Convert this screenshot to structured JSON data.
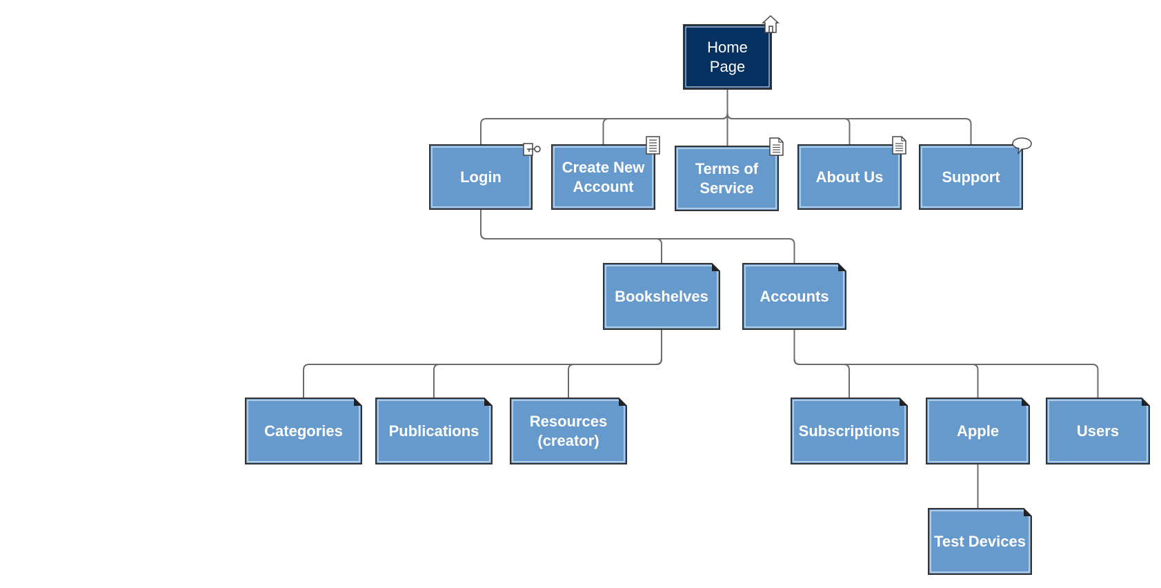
{
  "diagram": {
    "colors": {
      "root_fill": "#06305F",
      "node_fill": "#6699CC",
      "border": "#333333",
      "connector": "#6B6B6B",
      "text": "#FFFFFF"
    },
    "nodes": [
      {
        "id": "home",
        "lines": [
          "Home",
          "Page"
        ],
        "style": "root",
        "icon": "house-icon"
      },
      {
        "id": "login",
        "lines": [
          "Login"
        ],
        "style": "page",
        "icon": "key-icon"
      },
      {
        "id": "create",
        "lines": [
          "Create New",
          "Account"
        ],
        "style": "page",
        "icon": "form-icon"
      },
      {
        "id": "terms",
        "lines": [
          "Terms of",
          "Service"
        ],
        "style": "page",
        "icon": "document-icon"
      },
      {
        "id": "about",
        "lines": [
          "About Us"
        ],
        "style": "page",
        "icon": "document-icon"
      },
      {
        "id": "support",
        "lines": [
          "Support"
        ],
        "style": "page",
        "icon": "speech-bubble-icon"
      },
      {
        "id": "bookshelves",
        "lines": [
          "Bookshelves"
        ],
        "style": "folded"
      },
      {
        "id": "accounts",
        "lines": [
          "Accounts"
        ],
        "style": "folded"
      },
      {
        "id": "categories",
        "lines": [
          "Categories"
        ],
        "style": "folded"
      },
      {
        "id": "publications",
        "lines": [
          "Publications"
        ],
        "style": "folded"
      },
      {
        "id": "resources",
        "lines": [
          "Resources",
          "(creator)"
        ],
        "style": "folded"
      },
      {
        "id": "subscriptions",
        "lines": [
          "Subscriptions"
        ],
        "style": "folded"
      },
      {
        "id": "apple",
        "lines": [
          "Apple"
        ],
        "style": "folded"
      },
      {
        "id": "users",
        "lines": [
          "Users"
        ],
        "style": "folded"
      },
      {
        "id": "testdevices",
        "lines": [
          "Test Devices"
        ],
        "style": "folded"
      }
    ],
    "edges": [
      [
        "home",
        "login"
      ],
      [
        "home",
        "create"
      ],
      [
        "home",
        "terms"
      ],
      [
        "home",
        "about"
      ],
      [
        "home",
        "support"
      ],
      [
        "login",
        "bookshelves"
      ],
      [
        "login",
        "accounts"
      ],
      [
        "bookshelves",
        "categories"
      ],
      [
        "bookshelves",
        "publications"
      ],
      [
        "bookshelves",
        "resources"
      ],
      [
        "accounts",
        "subscriptions"
      ],
      [
        "accounts",
        "apple"
      ],
      [
        "accounts",
        "users"
      ],
      [
        "apple",
        "testdevices"
      ]
    ]
  }
}
